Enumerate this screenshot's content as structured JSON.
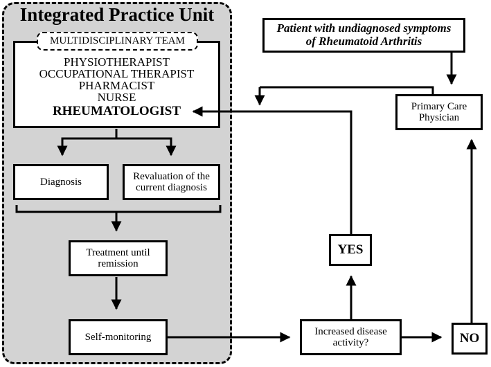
{
  "unit": {
    "title": "Integrated Practice Unit",
    "team_tag": "MULTIDISCIPLINARY TEAM",
    "members": [
      "PHYSIOTHERAPIST",
      "OCCUPATIONAL THERAPIST",
      "PHARMACIST",
      "NURSE"
    ],
    "lead_member": "RHEUMATOLOGIST"
  },
  "nodes": {
    "diagnosis": "Diagnosis",
    "revaluation": "Revaluation of the current diagnosis",
    "treatment": "Treatment until remission",
    "self_monitoring": "Self-monitoring",
    "patient_line1": "Patient with undiagnosed symptoms",
    "patient_line2": "of Rheumatoid Arthritis",
    "primary_care": "Primary Care Physician",
    "increased_activity": "Increased disease activity?",
    "yes": "YES",
    "no": "NO"
  },
  "colors": {
    "unit_fill": "#d3d3d3",
    "stroke": "#000000",
    "box_fill": "#ffffff"
  }
}
